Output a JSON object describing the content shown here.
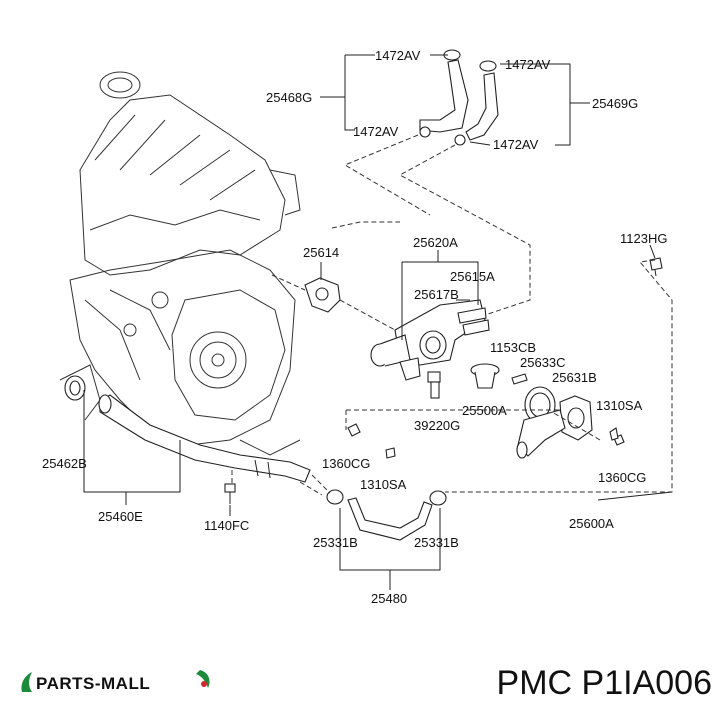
{
  "labels": {
    "l1472av_a": "1472AV",
    "l1472av_b": "1472AV",
    "l1472av_c": "1472AV",
    "l1472av_d": "1472AV",
    "l25468g": "25468G",
    "l25469g": "25469G",
    "l25614": "25614",
    "l25620a": "25620A",
    "l25615a": "25615A",
    "l25617b": "25617B",
    "l1123hg": "1123HG",
    "l1153cb": "1153CB",
    "l25633c": "25633C",
    "l25631b": "25631B",
    "l25500a": "25500A",
    "l39220g": "39220G",
    "l1310sa_a": "1310SA",
    "l1310sa_b": "1310SA",
    "l1360cg_a": "1360CG",
    "l1360cg_b": "1360CG",
    "l25600a": "25600A",
    "l25462b": "25462B",
    "l25460e": "25460E",
    "l1140fc": "1140FC",
    "l25331b_a": "25331B",
    "l25331b_b": "25331B",
    "l25480": "25480"
  },
  "brand": {
    "name": "PARTS-MALL",
    "primary_color": "#1b8a3a",
    "accent_color": "#d6262b"
  },
  "caption": "PMC P1IA006"
}
